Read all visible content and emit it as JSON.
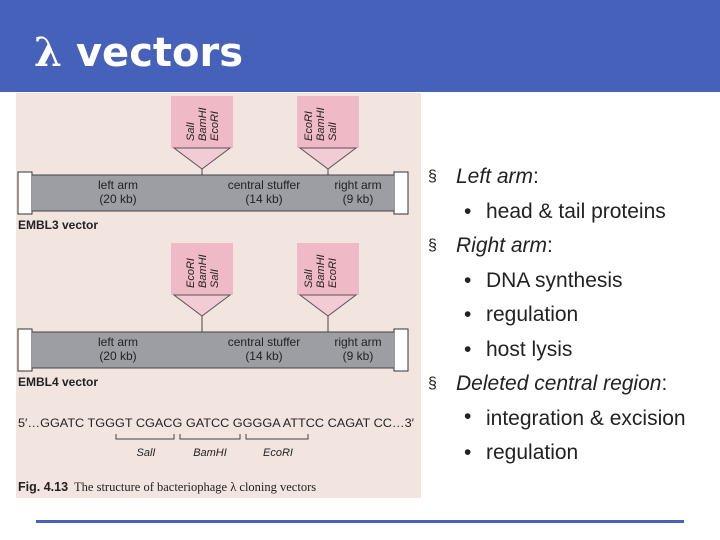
{
  "slide": {
    "title_symbol": "λ",
    "title_text": "vectors"
  },
  "figure": {
    "embl3": {
      "left_sites": [
        "SalI",
        "BamHI",
        "EcoRI"
      ],
      "right_sites": [
        "EcoRI",
        "BamHI",
        "SalI"
      ],
      "left_arm": "left arm",
      "left_arm_size": "(20 kb)",
      "stuffer": "central stuffer",
      "stuffer_size": "(14 kb)",
      "right_arm": "right arm",
      "right_arm_size": "(9 kb)",
      "label": "EMBL3 vector"
    },
    "embl4": {
      "left_sites": [
        "EcoRI",
        "BamHI",
        "SalI"
      ],
      "right_sites": [
        "SalI",
        "BamHI",
        "EcoRI"
      ],
      "left_arm": "left arm",
      "left_arm_size": "(20 kb)",
      "stuffer": "central stuffer",
      "stuffer_size": "(14 kb)",
      "right_arm": "right arm",
      "right_arm_size": "(9 kb)",
      "label": "EMBL4 vector"
    },
    "sequence": "5′…GGATC TGGGT CGACG GATCC GGGGA ATTCC CAGAT CC…3′",
    "seq_sites": [
      "SalI",
      "BamHI",
      "EcoRI"
    ],
    "caption_number": "Fig. 4.13",
    "caption_text": "The structure of bacteriophage λ cloning vectors"
  },
  "bullets": {
    "b1": "Left arm",
    "b1_colon": ":",
    "b1_1": "head & tail proteins",
    "b2": "Right arm",
    "b2_colon": ":",
    "b2_1": "DNA synthesis",
    "b2_2": "regulation",
    "b2_3": "host lysis",
    "b3": "Deleted central region",
    "b3_colon": ":",
    "b3_1": "integration & excision",
    "b3_2": "regulation",
    "marker1": "§",
    "marker2": "•"
  },
  "colors": {
    "header": "#4661ba",
    "figure_bg": "#f2e4df",
    "site_box": "#efb9c6",
    "bar": "#9c9ea4",
    "text": "#222222"
  }
}
